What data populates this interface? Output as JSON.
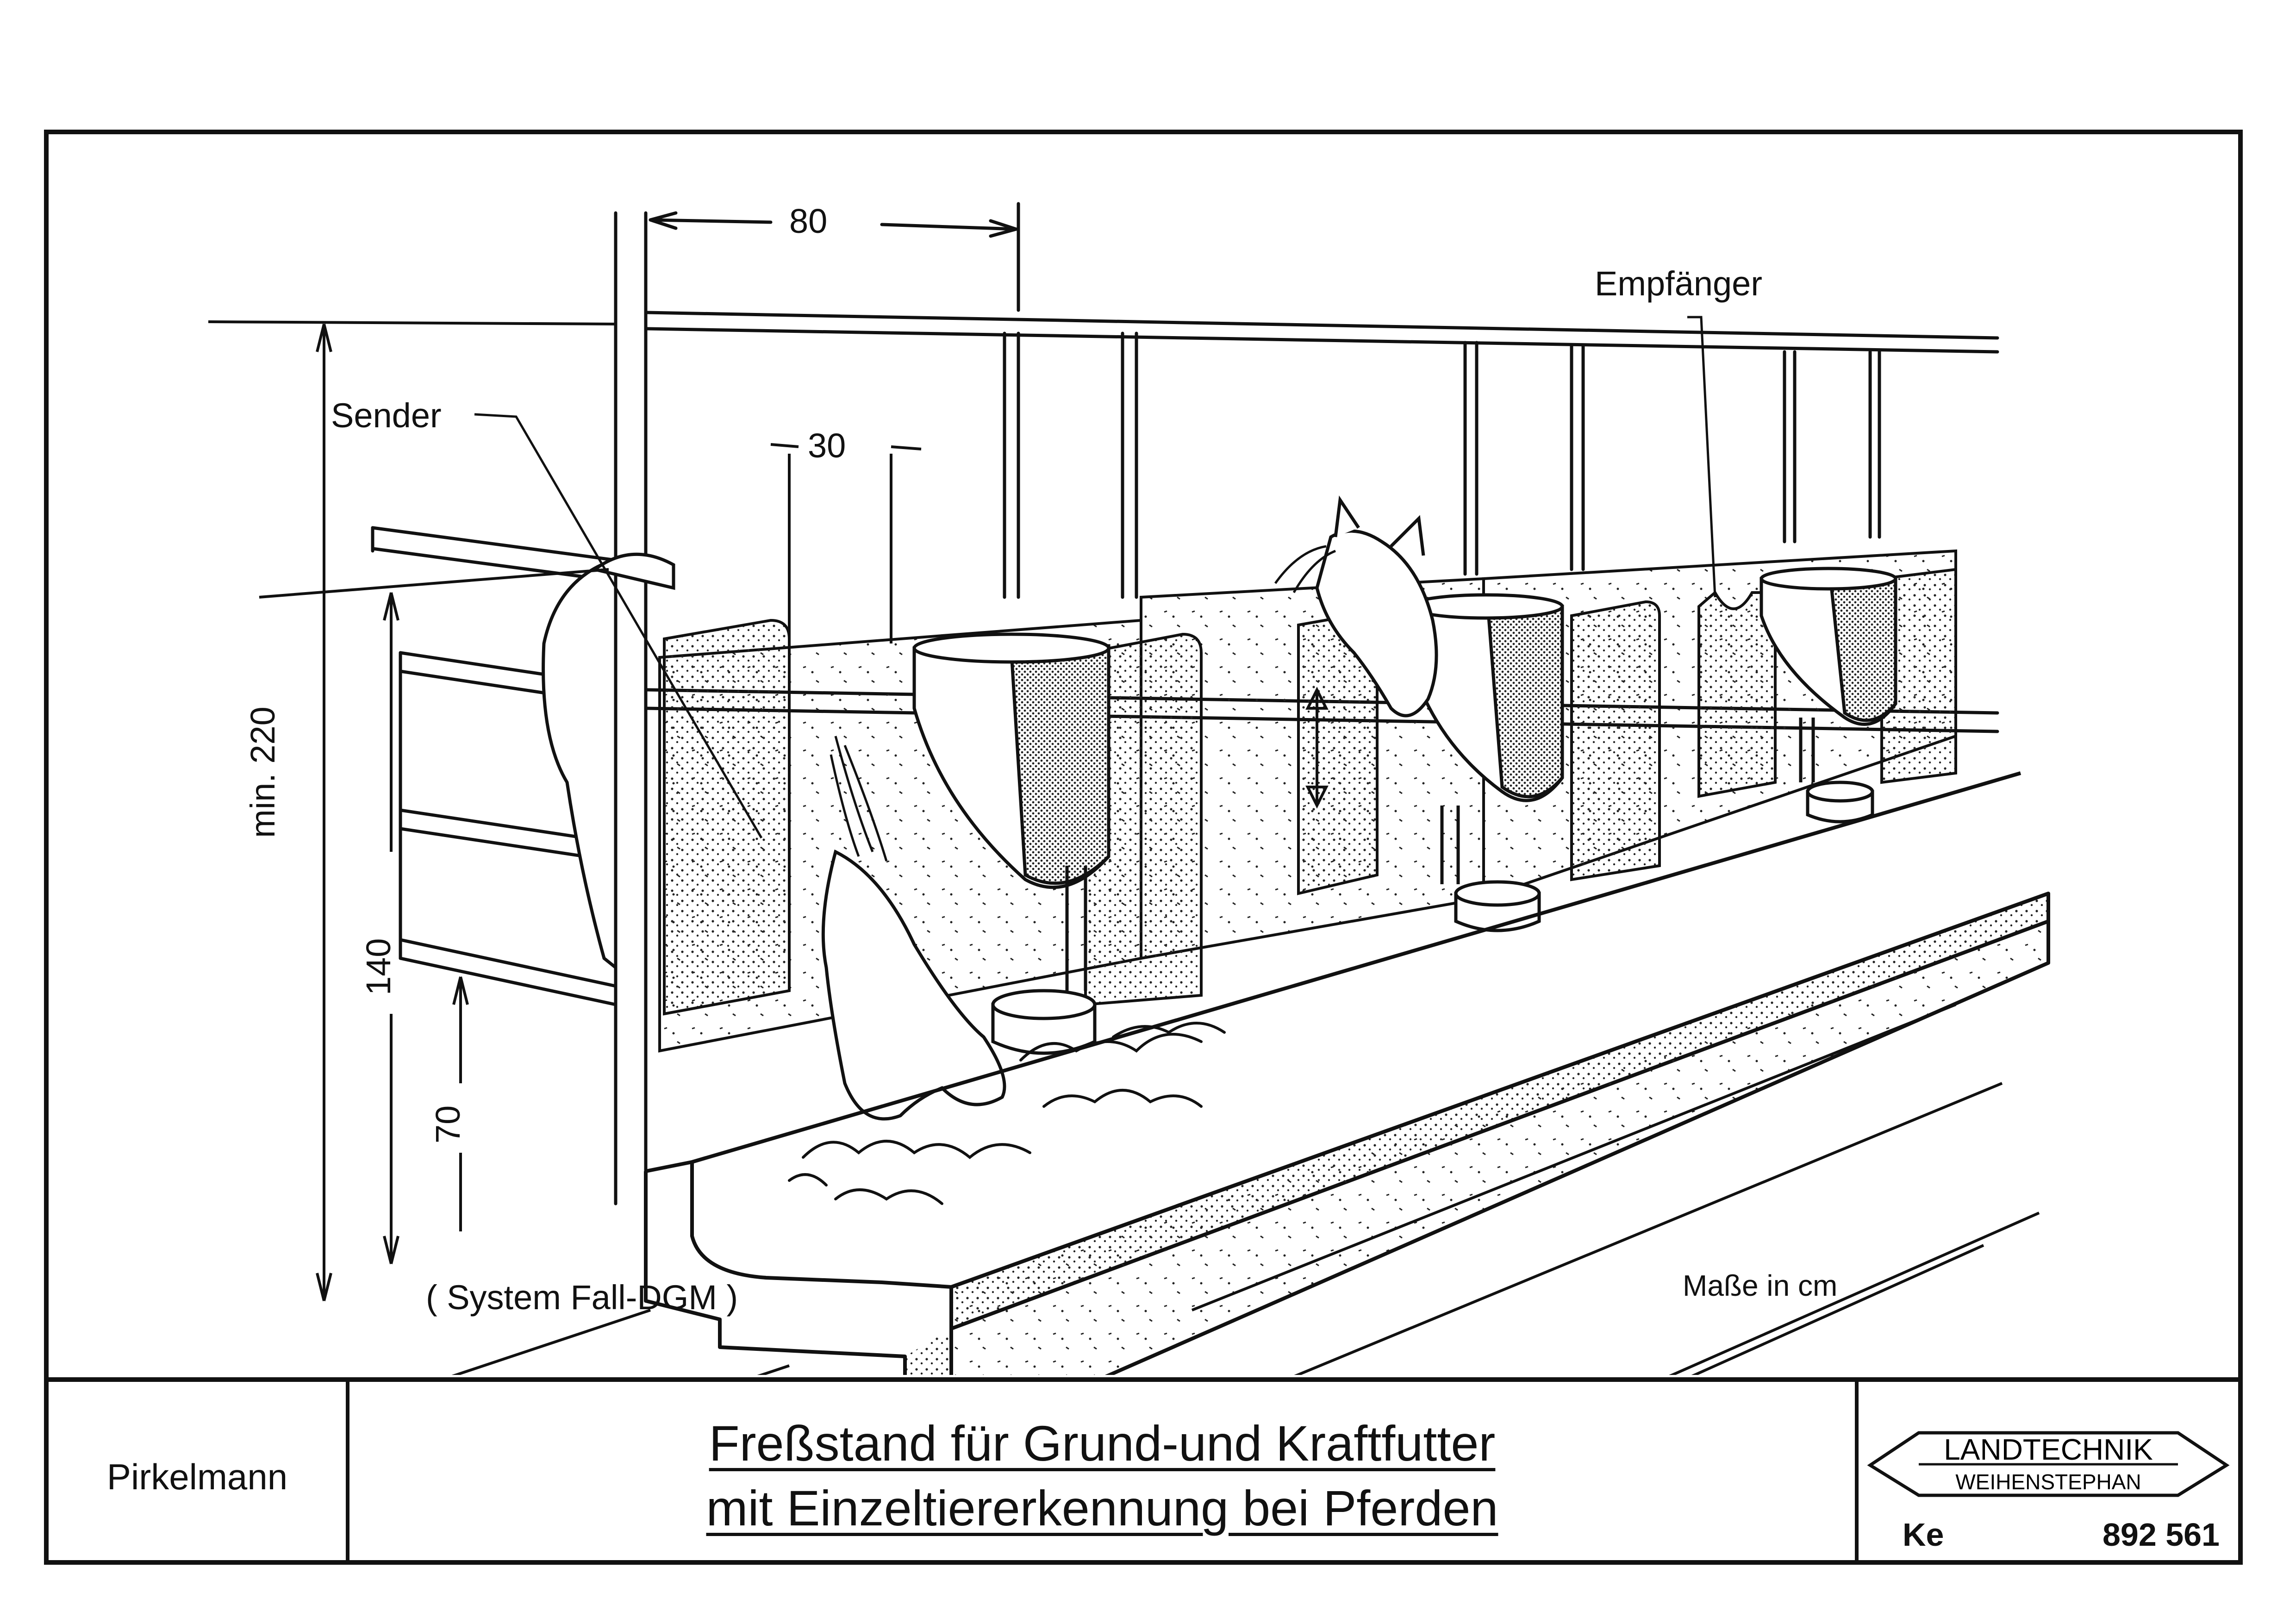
{
  "labels": {
    "dim_80": "80",
    "dim_30": "30",
    "dim_min220": "min. 220",
    "dim_140": "140",
    "dim_70": "70",
    "sender": "Sender",
    "empfaenger": "Empfänger",
    "system": "( System Fall-DGM )",
    "units": "Maße in cm"
  },
  "titleblock": {
    "author": "Pirkelmann",
    "title_line1": "Freßstand für Grund-und Kraftfutter",
    "title_line2": "mit Einzeltiererkennung bei Pferden",
    "logo_top": "LANDTECHNIK",
    "logo_bottom": "WEIHENSTEPHAN",
    "ke": "Ke",
    "doc_number": "892 561"
  }
}
